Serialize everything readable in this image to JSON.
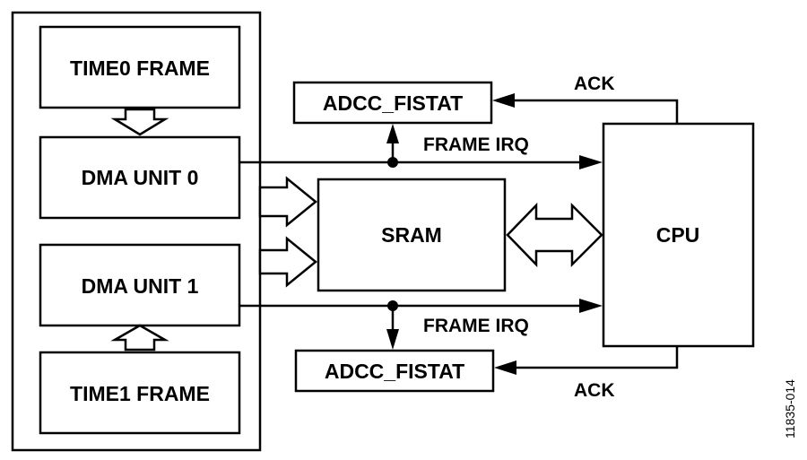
{
  "blocks": {
    "time0_frame": "TIME0 FRAME",
    "dma_unit_0": "DMA UNIT 0",
    "dma_unit_1": "DMA UNIT 1",
    "time1_frame": "TIME1 FRAME",
    "sram": "SRAM",
    "cpu": "CPU",
    "adcc_fistat_top": "ADCC_FISTAT",
    "adcc_fistat_bottom": "ADCC_FISTAT"
  },
  "signals": {
    "frame_irq_top": "FRAME IRQ",
    "frame_irq_bottom": "FRAME IRQ",
    "ack_top": "ACK",
    "ack_bottom": "ACK"
  },
  "figure_id": "11835-014"
}
